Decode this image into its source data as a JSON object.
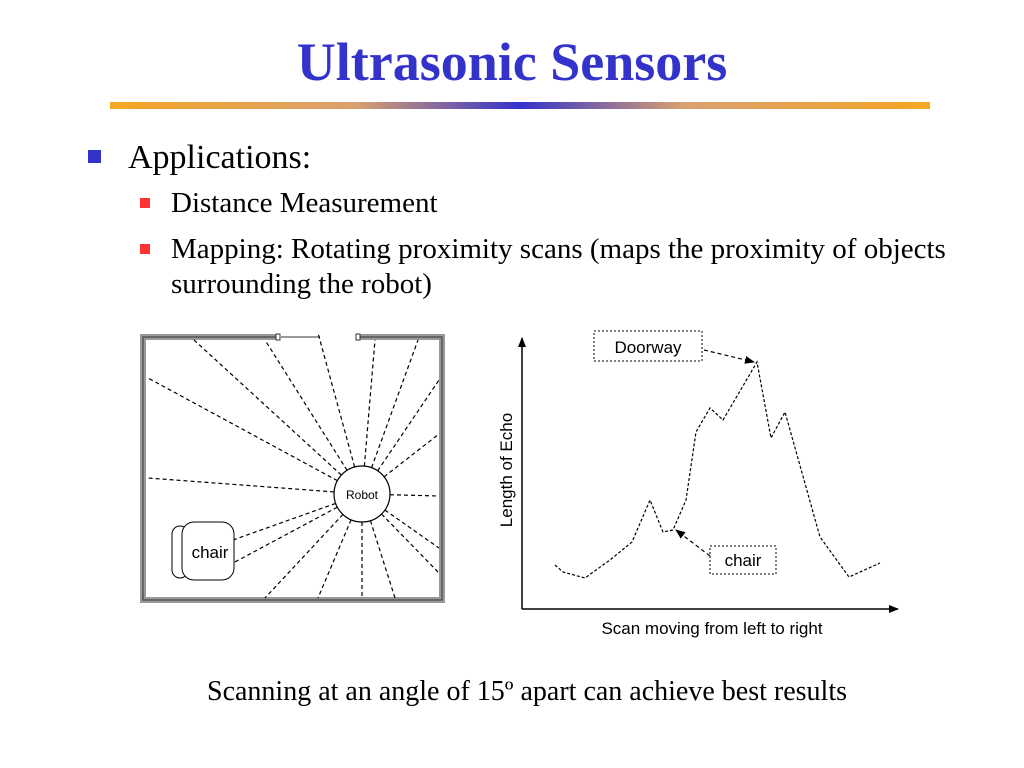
{
  "slide": {
    "title": "Ultrasonic Sensors",
    "bullets": [
      {
        "text": "Applications:",
        "children": [
          {
            "text": "Distance Measurement"
          },
          {
            "text": "Mapping: Rotating proximity scans (maps the proximity of objects surrounding the robot)"
          }
        ]
      }
    ],
    "caption": "Scanning at an angle of 15º apart can achieve best results"
  },
  "room_diagram": {
    "robot_label": "Robot",
    "chair_label": "chair"
  },
  "echo_plot": {
    "ylabel": "Length of Echo",
    "xlabel": "Scan moving from left to right",
    "annotations": {
      "doorway": "Doorway",
      "chair": "chair"
    }
  },
  "colors": {
    "title": "#3333cc",
    "bullet_level1": "#3333cc",
    "bullet_level2": "#ff3333",
    "rule_orange": "#f5a623",
    "rule_blue": "#3333cc"
  }
}
